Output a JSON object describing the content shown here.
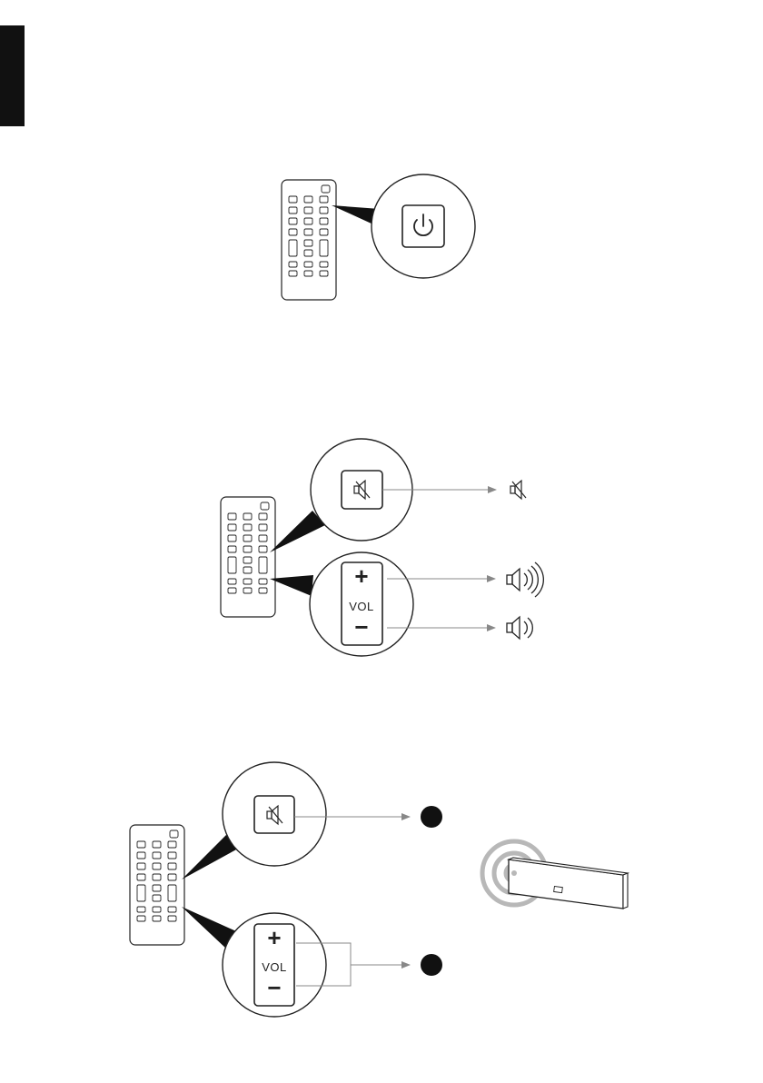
{
  "side_tab": {
    "color": "#111111"
  },
  "step1": {
    "callout_icon": "power-icon"
  },
  "step2": {
    "mute_icon": "mute-icon",
    "vol_plus": "+",
    "vol_label": "VOL",
    "vol_minus": "−",
    "result_mute_icon": "speaker-muted-icon",
    "result_up_icon": "speaker-loud-icon",
    "result_down_icon": "speaker-soft-icon"
  },
  "step3": {
    "mute_icon": "mute-icon",
    "vol_plus": "+",
    "vol_label": "VOL",
    "vol_minus": "−",
    "indicator_color": "#111111",
    "device": "soundbar",
    "ring_color": "#b8b8b8"
  },
  "colors": {
    "line": "#222222",
    "arrow": "#888888",
    "ring": "#b8b8b8"
  }
}
